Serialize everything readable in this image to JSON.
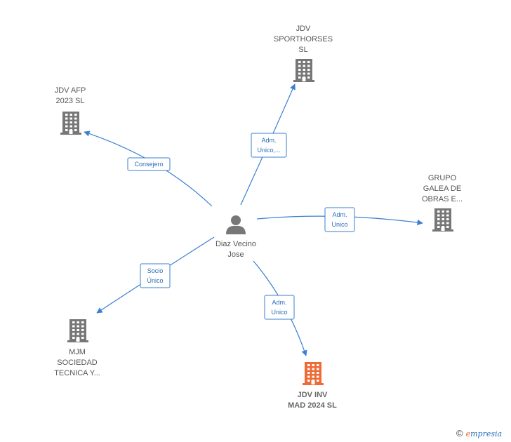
{
  "center": {
    "lines": [
      "Diaz Vecino",
      "Jose"
    ]
  },
  "companies": [
    {
      "id": "jdv-sporthorses",
      "lines": [
        "JDV",
        "SPORTHORSES",
        "SL"
      ],
      "highlight": false
    },
    {
      "id": "jdv-afp",
      "lines": [
        "JDV AFP",
        "2023  SL"
      ],
      "highlight": false
    },
    {
      "id": "grupo-galea",
      "lines": [
        "GRUPO",
        "GALEA DE",
        "OBRAS E..."
      ],
      "highlight": false
    },
    {
      "id": "mjm-sociedad",
      "lines": [
        "MJM",
        "SOCIEDAD",
        "TECNICA Y..."
      ],
      "highlight": false
    },
    {
      "id": "jdv-inv",
      "lines": [
        "JDV INV",
        "MAD 2024  SL"
      ],
      "highlight": true
    }
  ],
  "edges": [
    {
      "to": "jdv-sporthorses",
      "label": [
        "Adm.",
        "Unico,..."
      ]
    },
    {
      "to": "jdv-afp",
      "label": [
        "Consejero"
      ]
    },
    {
      "to": "grupo-galea",
      "label": [
        "Adm.",
        "Unico"
      ]
    },
    {
      "to": "mjm-sociedad",
      "label": [
        "Socio",
        "Único"
      ]
    },
    {
      "to": "jdv-inv",
      "label": [
        "Adm.",
        "Unico"
      ]
    }
  ],
  "colors": {
    "edge": "#3a7fd0",
    "building": "#777777",
    "highlight": "#f06a35",
    "person": "#777777"
  },
  "footer": {
    "copyright": "©",
    "brand_first": "e",
    "brand_rest": "mpresia"
  }
}
